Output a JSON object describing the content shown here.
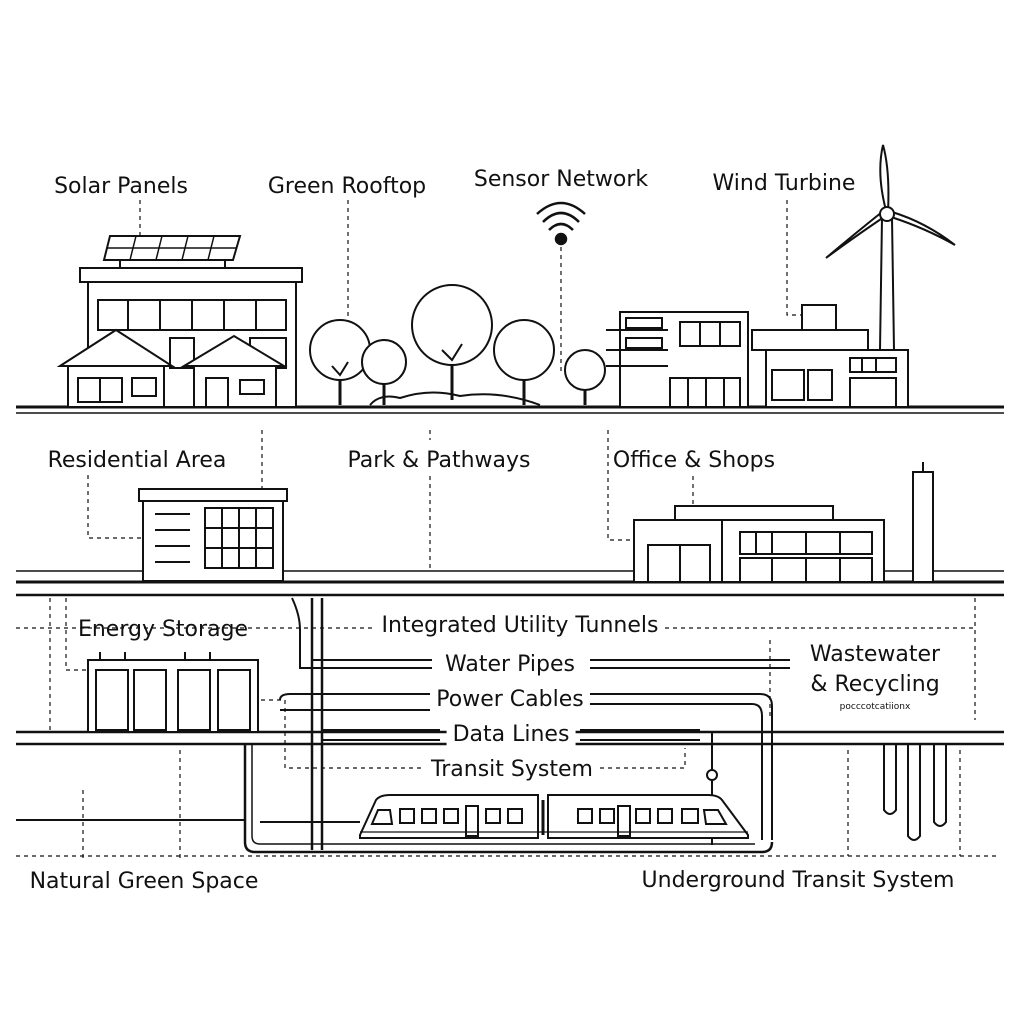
{
  "labels": {
    "solar_panels": "Solar Panels",
    "green_rooftop": "Green Rooftop",
    "sensor_network": "Sensor Network",
    "wind_turbine": "Wind Turbine",
    "residential_area": "Residential Area",
    "park_pathways": "Park & Pathways",
    "office_shops": "Office & Shops",
    "energy_storage": "Energy Storage",
    "integrated_utility_tunnels": "Integrated Utility Tunnels",
    "water_pipes": "Water Pipes",
    "power_cables": "Power Cables",
    "data_lines": "Data Lines",
    "transit_system": "Transit System",
    "wastewater_line1": "Wastewater",
    "wastewater_line2": "& Recycling",
    "wastewater_caption": "pocccotcatiionx",
    "natural_green_space": "Natural Green Space",
    "underground_transit_system": "Underground Transit System"
  },
  "icons": {
    "sensor": "wifi-signal-icon",
    "turbine": "wind-turbine-icon",
    "solar": "solar-panel-icon",
    "train": "train-icon"
  },
  "colors": {
    "line": "#111111",
    "background": "#ffffff"
  }
}
